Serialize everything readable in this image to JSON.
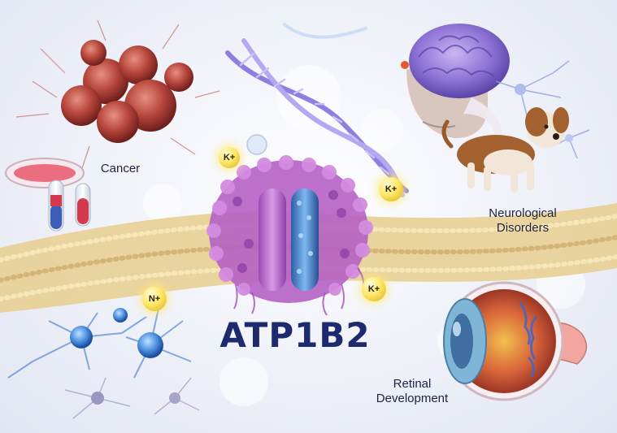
{
  "diagram": {
    "title": "ATP1B2",
    "labels": {
      "cancer": "Cancer",
      "neurological_line1": "Neurological",
      "neurological_line2": "Disorders",
      "retinal_line1": "Retinal",
      "retinal_line2": "Development"
    },
    "ions": {
      "ion1": "K+",
      "ion2": "K+",
      "ion3": "K+",
      "ion4": "N+"
    },
    "colors": {
      "title": "#1e2a6e",
      "membrane": "#e8cf93",
      "protein_purple": "#b561c4",
      "protein_blue": "#3f7fd0",
      "ion_glow": "#ffe86a",
      "neuron_blue": "#4a8fe0",
      "tumor_red": "#b5453b",
      "dna": "#8f7ee0"
    }
  }
}
